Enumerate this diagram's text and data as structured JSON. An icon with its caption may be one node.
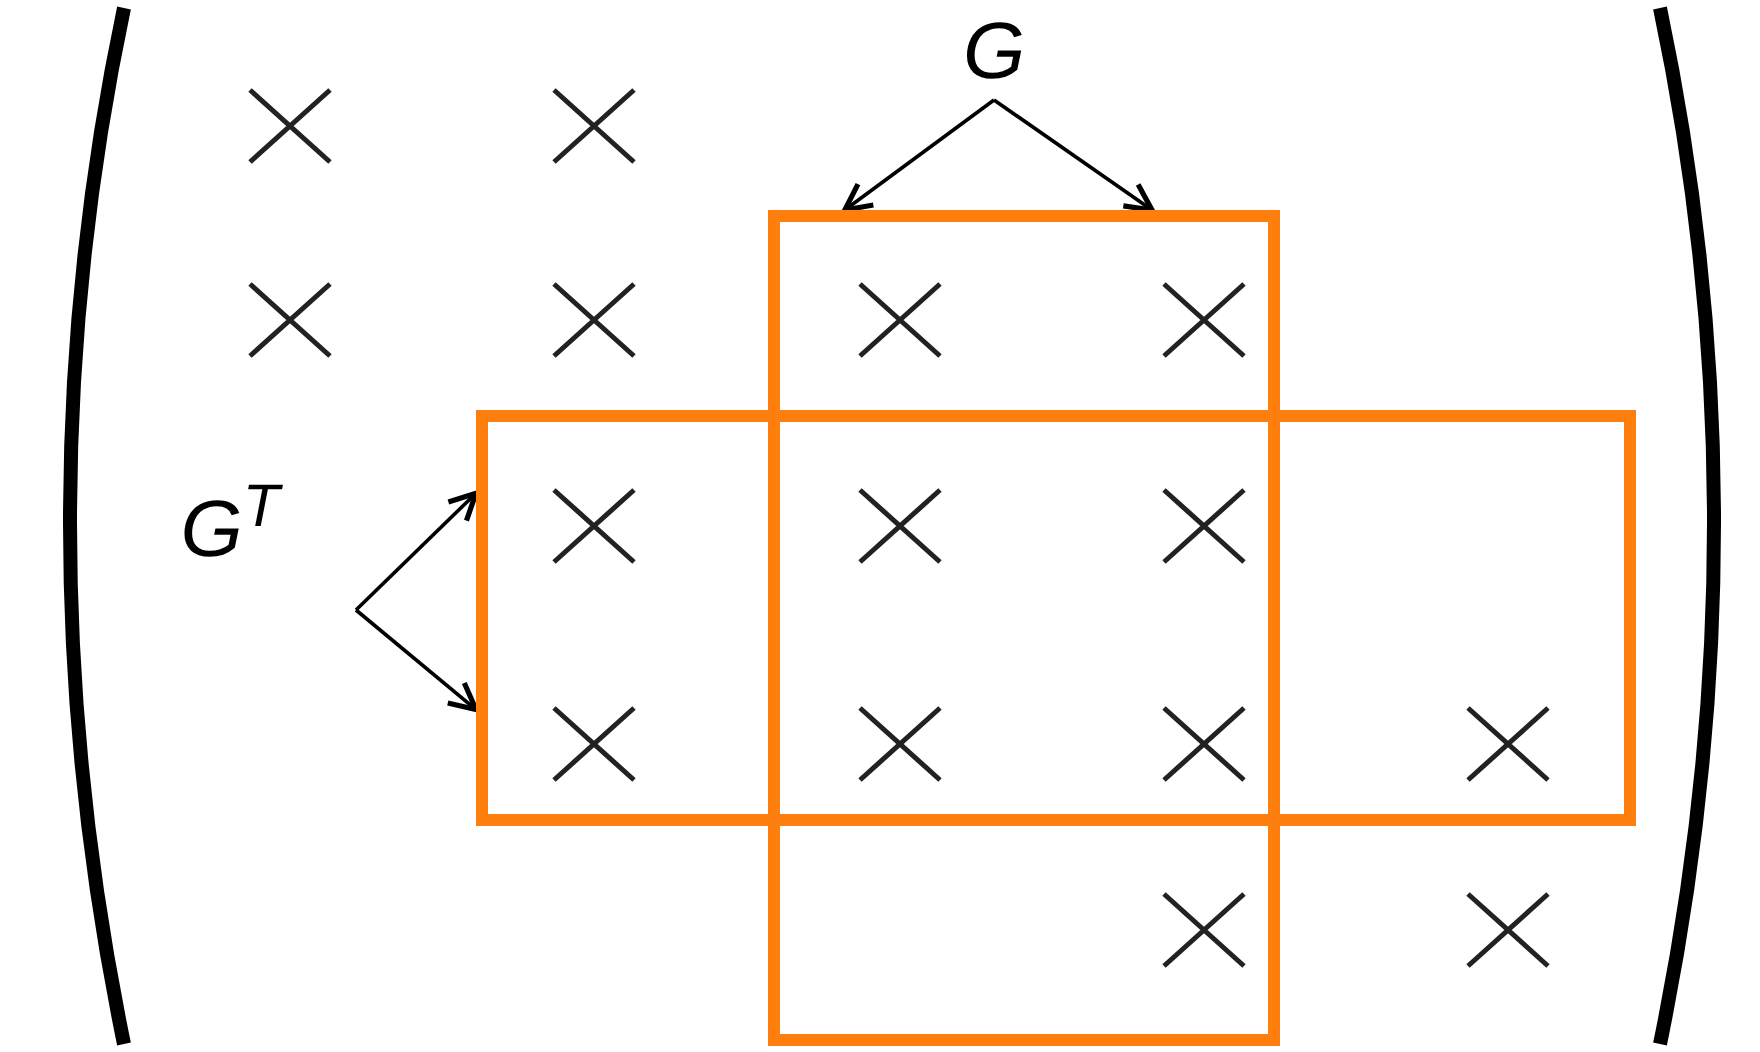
{
  "diagram": {
    "nodes": [
      {
        "text": [
          "G"
        ]
      },
      {
        "text": [],
        "shape": "box"
      },
      {
        "text": [
          "G$^{T}$"
        ]
      },
      {
        "text": [],
        "shape": "box"
      }
    ],
    "edges": [
      {
        "from": 0,
        "to": 1,
        "arrow": "to"
      },
      {
        "from": 0,
        "to": 1,
        "arrow": "to"
      },
      {
        "from": 2,
        "to": 3,
        "arrow": "to"
      },
      {
        "from": 2,
        "to": 3,
        "arrow": "to"
      }
    ]
  }
}
